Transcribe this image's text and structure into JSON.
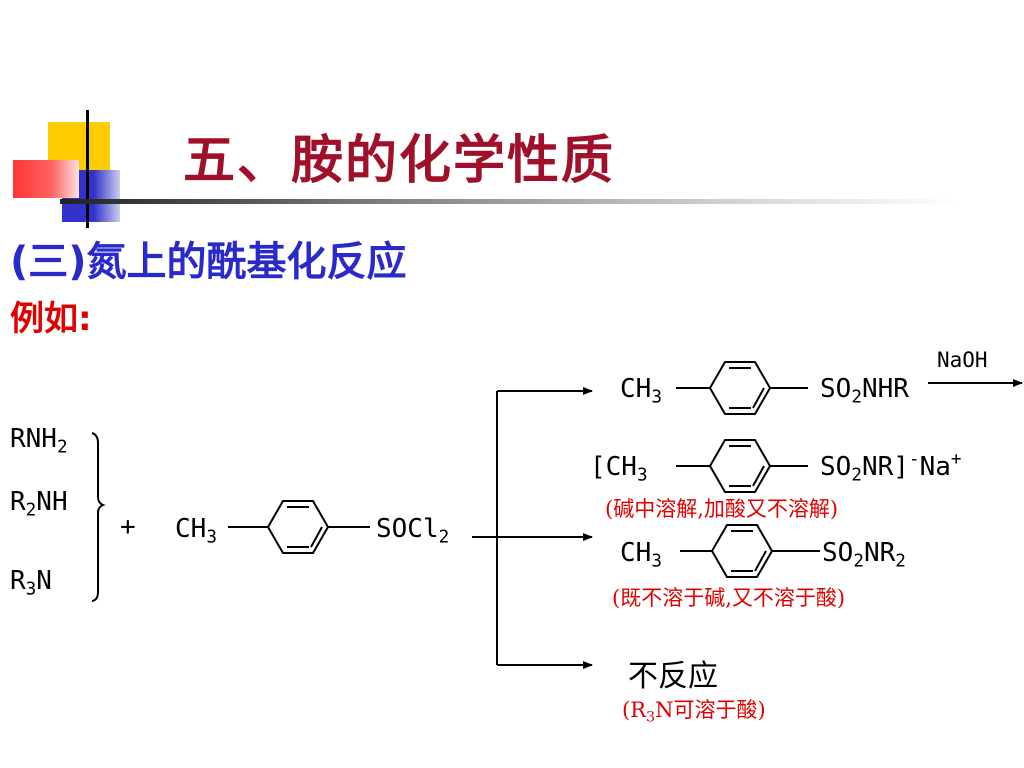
{
  "slide": {
    "title": "五、胺的化学性质",
    "subtitle": "(三)氮上的酰基化反应",
    "example_label": "例如:"
  },
  "reactants": {
    "amines": [
      {
        "main": "RNH",
        "sub": "2",
        "tail": ""
      },
      {
        "main": "R",
        "sub": "2",
        "tail": "NH"
      },
      {
        "main": "R",
        "sub": "3",
        "tail": "N"
      }
    ],
    "plus": "+",
    "reagent_left": {
      "main": "CH",
      "sub": "3"
    },
    "reagent_right": {
      "main": "SOCl",
      "sub": "2"
    }
  },
  "products": {
    "p1": {
      "left_main": "CH",
      "left_sub": "3",
      "right_main": "SO",
      "right_sub": "2",
      "right_tail": "NHR",
      "arrow_label": "NaOH"
    },
    "p2": {
      "left_main": "[CH",
      "left_sub": "3",
      "right_main": "SO",
      "right_sub": "2",
      "right_tail": "NR]",
      "sup1": "-",
      "tail2": "Na",
      "sup2": "+",
      "note": "(碱中溶解,加酸又不溶解)"
    },
    "p3": {
      "left_main": "CH",
      "left_sub": "3",
      "right_main": "SO",
      "right_sub": "2",
      "right_tail": "NR",
      "right_sub2": "2",
      "note": "(既不溶于碱,又不溶于酸)"
    },
    "p4": {
      "text": "不反应",
      "note_pre": "(R",
      "note_sub": "3",
      "note_post": "N可溶于酸)"
    }
  },
  "colors": {
    "title": "#a0102a",
    "subtitle": "#2a2acc",
    "example": "#e00000",
    "note": "#e00000",
    "deco_yellow": "#ffcc00",
    "deco_blue": "#3333cc",
    "deco_red": "#ff3333"
  }
}
